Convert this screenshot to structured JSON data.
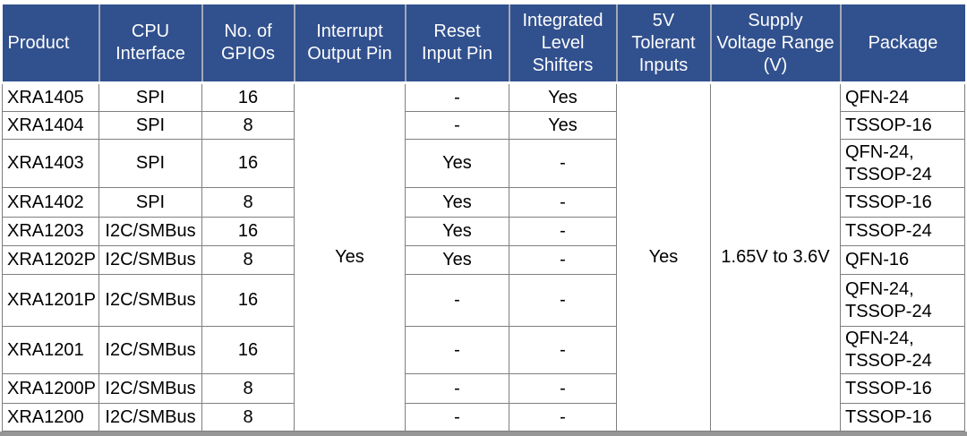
{
  "table": {
    "headers": [
      "Product",
      "CPU\nInterface",
      "No. of\nGPIOs",
      "Interrupt\nOutput Pin",
      "Reset\nInput Pin",
      "Integrated\nLevel\nShifters",
      "5V\nTolerant\nInputs",
      "Supply\nVoltage Range\n(V)",
      "Package"
    ],
    "merged_values": {
      "interrupt_output_pin": "Yes",
      "five_v_tolerant_inputs": "Yes",
      "supply_voltage_range": "1.65V to 3.6V"
    },
    "rows": [
      {
        "product": "XRA1405",
        "cpu_interface": "SPI",
        "gpios": "16",
        "reset_input_pin": "-",
        "level_shifters": "Yes",
        "package": "QFN-24"
      },
      {
        "product": "XRA1404",
        "cpu_interface": "SPI",
        "gpios": "8",
        "reset_input_pin": "-",
        "level_shifters": "Yes",
        "package": "TSSOP-16"
      },
      {
        "product": "XRA1403",
        "cpu_interface": "SPI",
        "gpios": "16",
        "reset_input_pin": "Yes",
        "level_shifters": "-",
        "package": "QFN-24,\nTSSOP-24"
      },
      {
        "product": "XRA1402",
        "cpu_interface": "SPI",
        "gpios": "8",
        "reset_input_pin": "Yes",
        "level_shifters": "-",
        "package": "TSSOP-16"
      },
      {
        "product": "XRA1203",
        "cpu_interface": "I2C/SMBus",
        "gpios": "16",
        "reset_input_pin": "Yes",
        "level_shifters": "-",
        "package": "TSSOP-24"
      },
      {
        "product": "XRA1202P",
        "cpu_interface": "I2C/SMBus",
        "gpios": "8",
        "reset_input_pin": "Yes",
        "level_shifters": "-",
        "package": "QFN-16"
      },
      {
        "product": "XRA1201P",
        "cpu_interface": "I2C/SMBus",
        "gpios": "16",
        "reset_input_pin": "-",
        "level_shifters": "-",
        "package": "QFN-24,\nTSSOP-24"
      },
      {
        "product": "XRA1201",
        "cpu_interface": "I2C/SMBus",
        "gpios": "16",
        "reset_input_pin": "-",
        "level_shifters": "-",
        "package": "QFN-24,\nTSSOP-24"
      },
      {
        "product": "XRA1200P",
        "cpu_interface": "I2C/SMBus",
        "gpios": "8",
        "reset_input_pin": "-",
        "level_shifters": "-",
        "package": "TSSOP-16"
      },
      {
        "product": "XRA1200",
        "cpu_interface": "I2C/SMBus",
        "gpios": "8",
        "reset_input_pin": "-",
        "level_shifters": "-",
        "package": "TSSOP-16"
      }
    ]
  },
  "colors": {
    "header_bg": "#31508E",
    "header_text": "#FDFDFD",
    "header_divider": "#A3A9B4",
    "body_border": "#7F7F7F",
    "body_text": "#000000",
    "bottom_bar": "#969696",
    "background": "#FFFFFF"
  }
}
